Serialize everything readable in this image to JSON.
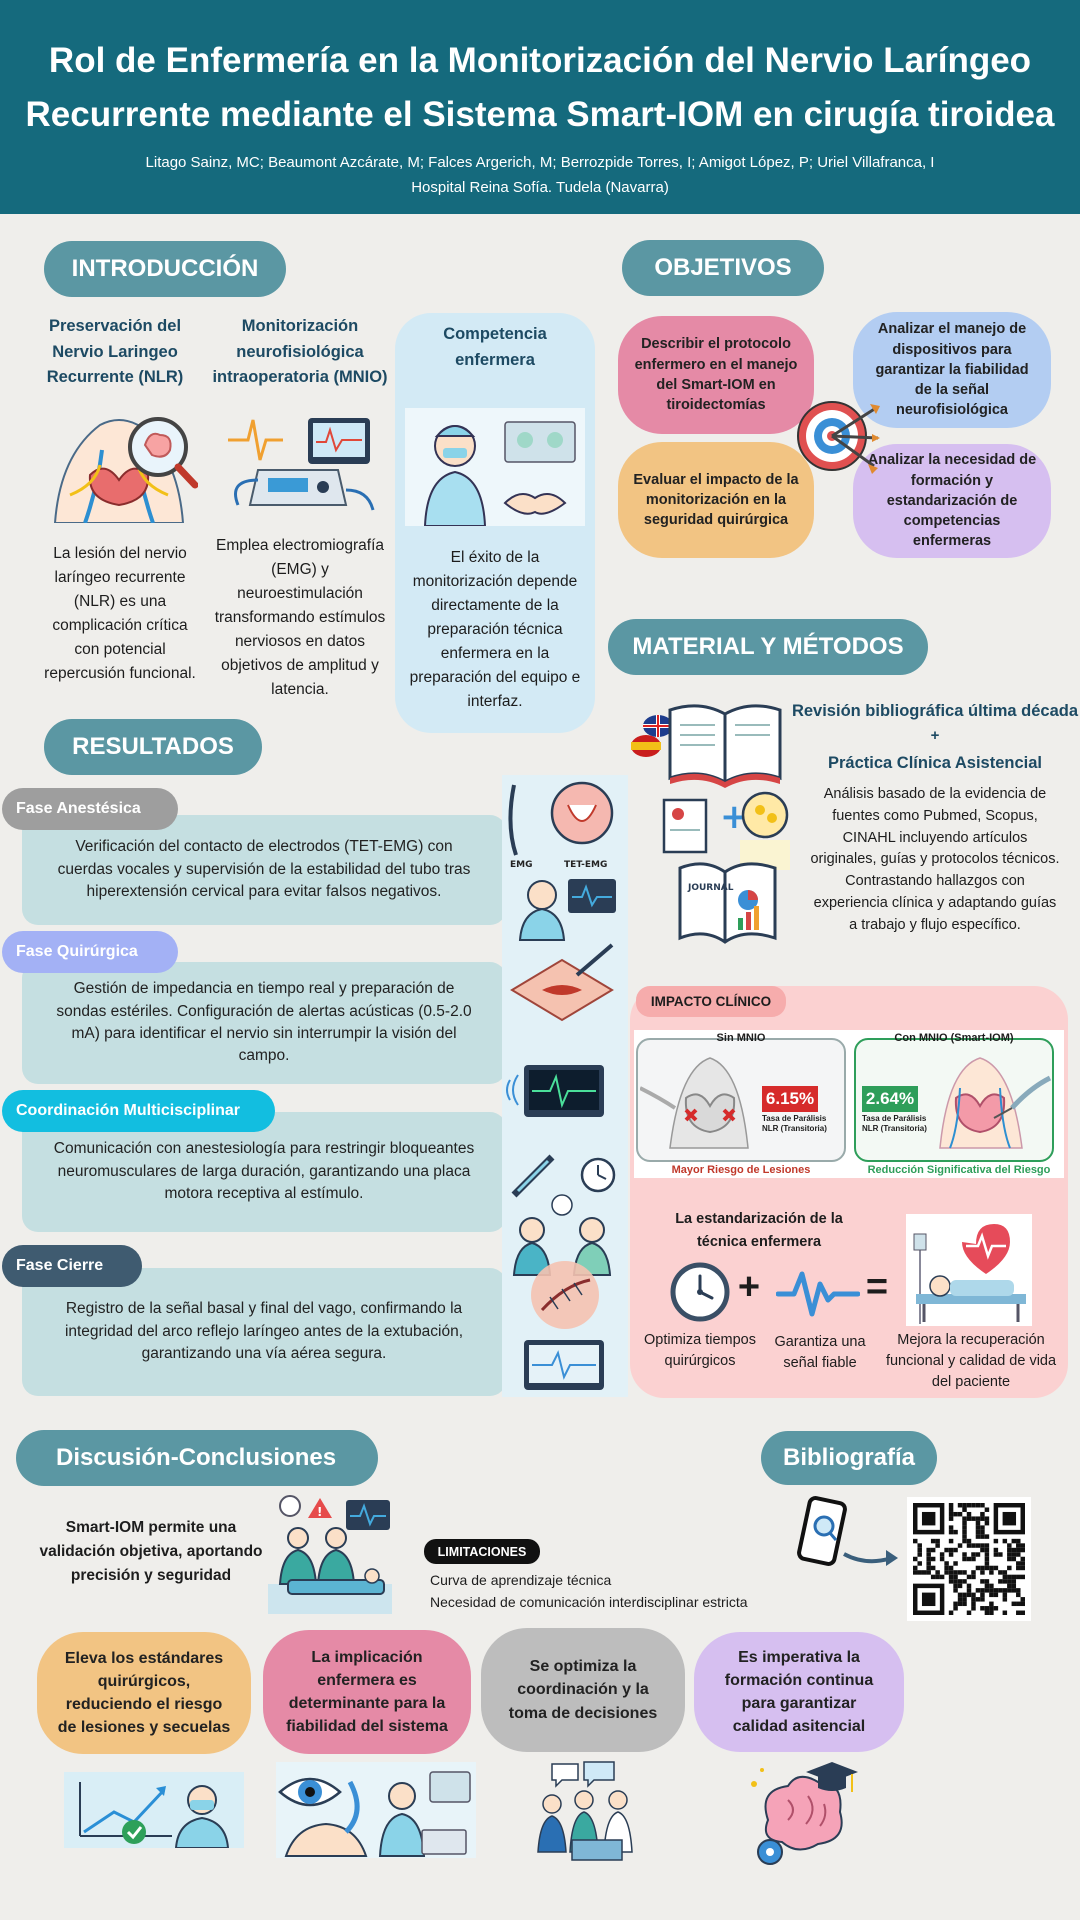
{
  "header": {
    "title_line1": "Rol de Enfermería en la Monitorización del Nervio Laríngeo",
    "title_line2": "Recurrente mediante el Sistema Smart-IOM en cirugía tiroidea",
    "authors": "Litago Sainz, MC; Beaumont Azcárate, M; Falces Argerich, M; Berrozpide Torres, I; Amigot López, P; Uriel Villafranca, I",
    "affiliation": "Hospital Reina Sofía. Tudela (Navarra)"
  },
  "intro": {
    "heading": "INTRODUCCIÓN",
    "col1": {
      "title": "Preservación del Nervio Laringeo Recurrente (NLR)",
      "text": "La lesión del nervio laríngeo recurrente (NLR) es una complicación crítica con potencial repercusión funcional."
    },
    "col2": {
      "title": "Monitorización neurofisiológica intraoperatoria (MNIO)",
      "text": "Emplea electromiografía (EMG) y neuroestimulación transformando estímulos nerviosos en datos objetivos  de amplitud y latencia."
    },
    "col3": {
      "title": "Competencia enfermera",
      "text": "El éxito de la monitorización depende directamente de la preparación técnica enfermera en la preparación del equipo e interfaz."
    }
  },
  "objetivos": {
    "heading": "OBJETIVOS",
    "items": [
      "Describir el protocolo enfermero en el manejo del  Smart-IOM en tiroidectomías",
      "Analizar el manejo de dispositivos para garantizar la fiabilidad de la señal neurofisiológica",
      "Evaluar el impacto de la monitorización en la seguridad quirúrgica",
      "Analizar la necesidad de formación y estandarización de competencias enfermeras"
    ],
    "colors": [
      "#e58aa6",
      "#b3cdf2",
      "#f2c483",
      "#d6bff0"
    ]
  },
  "material": {
    "heading": "MATERIAL Y MÉTODOS",
    "title1": "Revisión bibliográfica última década",
    "plus": "+",
    "title2": "Práctica Clínica Asistencial",
    "text": "Análisis basado de la evidencia de fuentes como Pubmed, Scopus, CINAHL incluyendo artículos originales, guías y protocolos técnicos. Contrastando hallazgos con experiencia clínica y adaptando guías a trabajo y flujo específico.",
    "book_label": "JOURNAL"
  },
  "resultados": {
    "heading": "RESULTADOS",
    "phases": [
      {
        "label": "Fase Anestésica",
        "color": "#9e9e9e",
        "text": "Verificación  del contacto de electrodos (TET-EMG) con cuerdas vocales y supervisión de la estabilidad del tubo tras hiperextensión cervical para evitar falsos negativos."
      },
      {
        "label": "Fase Quirúrgica",
        "color": "#a3b1f5",
        "text": "Gestión de impedancia en tiempo real y preparación de sondas estériles. Configuración de alertas acústicas (0.5-2.0 mA) para identificar el nervio sin interrumpir la visión del campo."
      },
      {
        "label": "Coordinación Multicisciplinar",
        "color": "#12bee0",
        "text": "Comunicación con anestesiología para restringir bloqueantes neuromusculares de larga duración, garantizando una placa motora receptiva al estímulo."
      },
      {
        "label": "Fase Cierre",
        "color": "#3f5b70",
        "text": "Registro de la señal basal y final del vago, confirmando la integridad del arco reflejo laríngeo antes de la extubación, garantizando una vía aérea segura."
      }
    ],
    "icon_labels": {
      "emg": "EMG",
      "tet": "TET-EMG"
    }
  },
  "impacto": {
    "tag": "IMPACTO CLÍNICO",
    "sin": {
      "title": "Sin MNIO",
      "value": "6.15%",
      "caption": "Tasa de Parálisis NLR (Transitoria)",
      "footer": "Mayor Riesgo de Lesiones"
    },
    "con": {
      "title": "Con MNIO (Smart-IOM)",
      "value": "2.64%",
      "caption": "Tasa de Parálisis NLR (Transitoria)",
      "footer": "Reducción Significativa del Riesgo"
    },
    "std_title": "La estandarización de la técnica enfermera",
    "plus": "+",
    "equals": "=",
    "cap1": "Optimiza tiempos quirúrgicos",
    "cap2": "Garantiza una señal fiable",
    "cap3": "Mejora la recuperación funcional y calidad de vida del paciente"
  },
  "discusion": {
    "heading": "Discusión-Conclusiones",
    "main": "Smart-IOM permite una validación objetiva, aportando precisión y seguridad",
    "limit_tag": "LIMITACIONES",
    "limits": [
      "Curva de aprendizaje técnica",
      "Necesidad de comunicación interdisciplinar estricta"
    ],
    "bubbles": [
      {
        "text": "Eleva los estándares quirúrgicos, reduciendo el riesgo de lesiones y secuelas",
        "color": "#f2c483"
      },
      {
        "text": "La implicación enfermera es determinante para la fiabilidad del sistema",
        "color": "#e58aa6"
      },
      {
        "text": "Se optimiza la coordinación y la toma de decisiones",
        "color": "#bdbdbd"
      },
      {
        "text": "Es imperativa la formación continua para garantizar calidad asitencial",
        "color": "#d6bff0"
      }
    ]
  },
  "bibliografia": {
    "heading": "Bibliografía"
  },
  "colors": {
    "header_bg": "#156a7d",
    "pill": "#5b97a3",
    "impact_bg": "#fbd1d1",
    "title_dark": "#1d4a63"
  }
}
